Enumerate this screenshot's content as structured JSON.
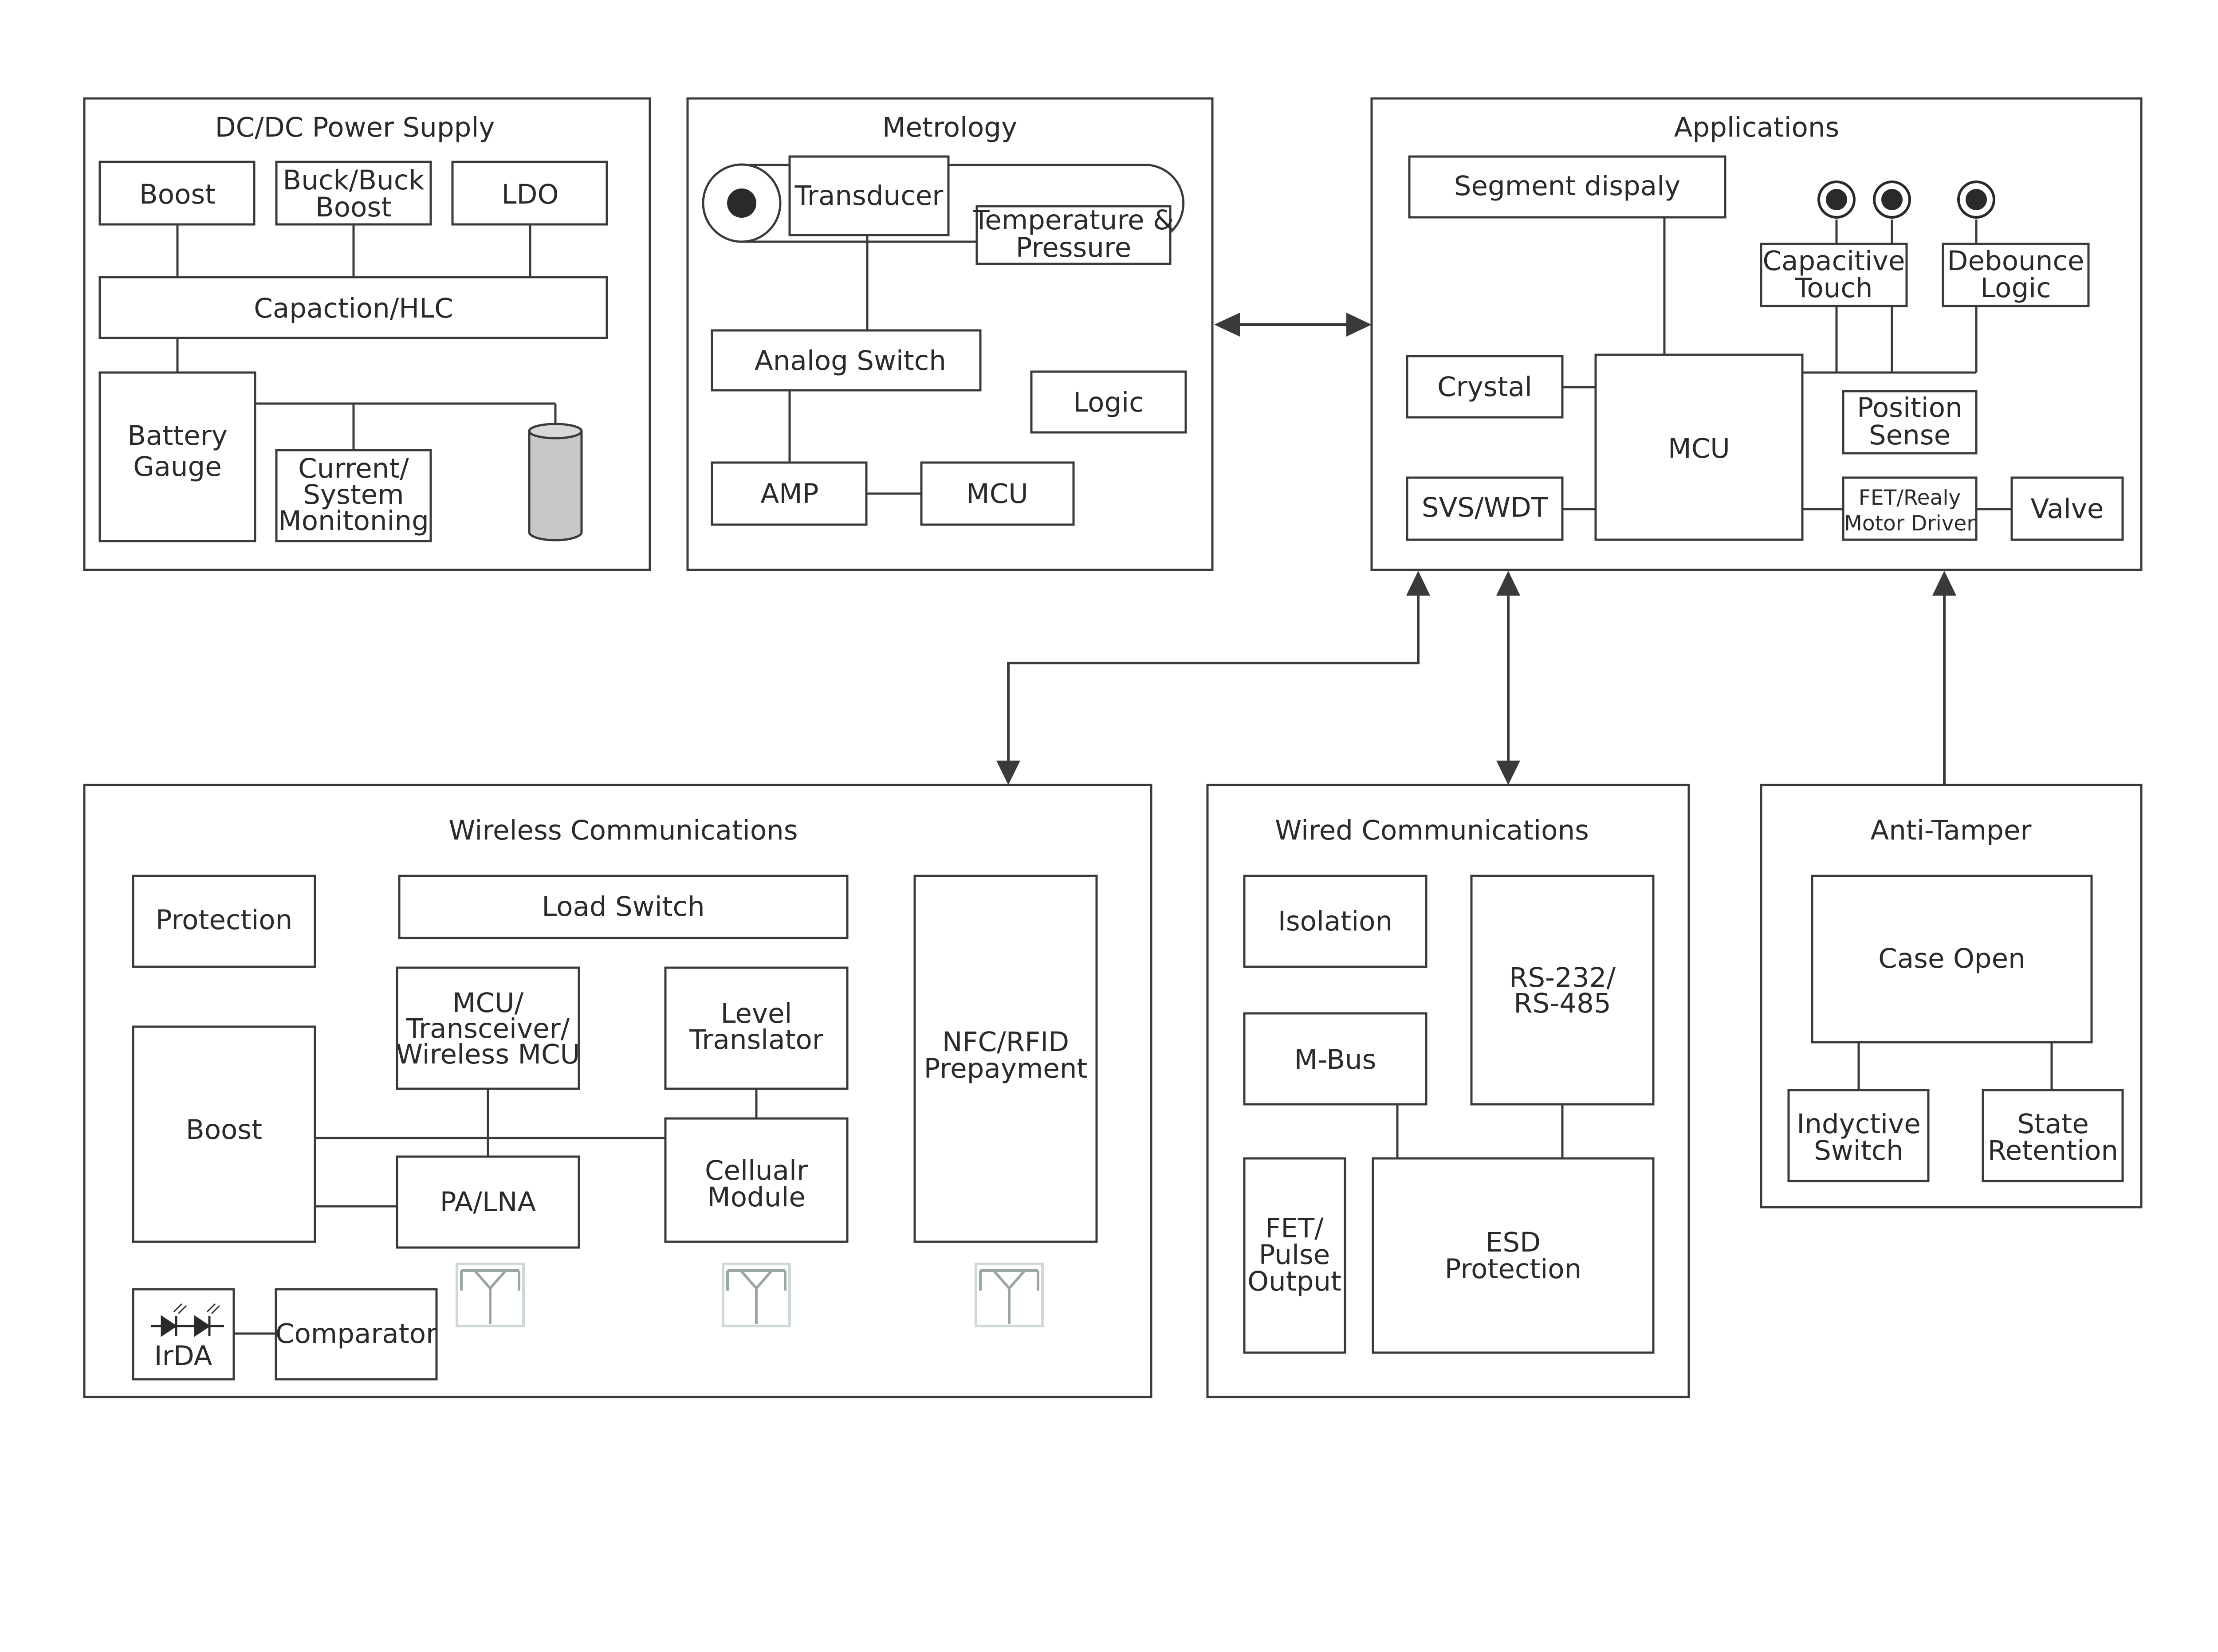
{
  "panels": {
    "dcdc": {
      "title": "DC/DC Power Supply",
      "boost": "Boost",
      "buck_boost": [
        "Buck/Buck",
        "Boost"
      ],
      "ldo": "LDO",
      "capaction": "Capaction/HLC",
      "battery_gauge": [
        "Battery",
        "Gauge"
      ],
      "current_monitoring": [
        "Current/",
        "System",
        "Monitoning"
      ]
    },
    "metrology": {
      "title": "Metrology",
      "transducer": "Transducer",
      "temp_pressure": [
        "Temperature &",
        "Pressure"
      ],
      "analog_switch": "Analog Switch",
      "logic": "Logic",
      "amp": "AMP",
      "mcu": "MCU"
    },
    "applications": {
      "title": "Applications",
      "segment_display": "Segment dispaly",
      "capacitive_touch": [
        "Capacitive",
        "Touch"
      ],
      "debounce_logic": [
        "Debounce",
        "Logic"
      ],
      "crystal": "Crystal",
      "mcu": "MCU",
      "position_sense": [
        "Position",
        "Sense"
      ],
      "svs_wdt": "SVS/WDT",
      "fet_driver": [
        "FET/Realy",
        "Motor Driver"
      ],
      "valve": "Valve"
    },
    "wireless": {
      "title": "Wireless Communications",
      "protection": "Protection",
      "load_switch": "Load Switch",
      "nfc": [
        "NFC/RFID",
        "Prepayment"
      ],
      "mcu_transceiver": [
        "MCU/",
        "Transceiver/",
        "Wireless MCU"
      ],
      "level_translator": [
        "Level",
        "Translator"
      ],
      "boost": "Boost",
      "pa_lna": "PA/LNA",
      "cellular": [
        "Cellualr",
        "Module"
      ],
      "irda": "IrDA",
      "comparator": "Comparator"
    },
    "wired": {
      "title": "Wired Communications",
      "isolation": "Isolation",
      "rs": [
        "RS-232/",
        "RS-485"
      ],
      "mbus": "M-Bus",
      "fet_pulse": [
        "FET/",
        "Pulse",
        "Output"
      ],
      "esd": [
        "ESD",
        "Protection"
      ]
    },
    "antitamper": {
      "title": "Anti-Tamper",
      "case_open": "Case Open",
      "inductive_switch": [
        "Indyctive",
        "Switch"
      ],
      "state_retention": [
        "State",
        "Retention"
      ]
    }
  },
  "colors": {
    "line": "#3a3a3a",
    "text": "#2a2a2a",
    "battery_fill": "#c8c8c8",
    "antenna": "#9aa6a6"
  }
}
